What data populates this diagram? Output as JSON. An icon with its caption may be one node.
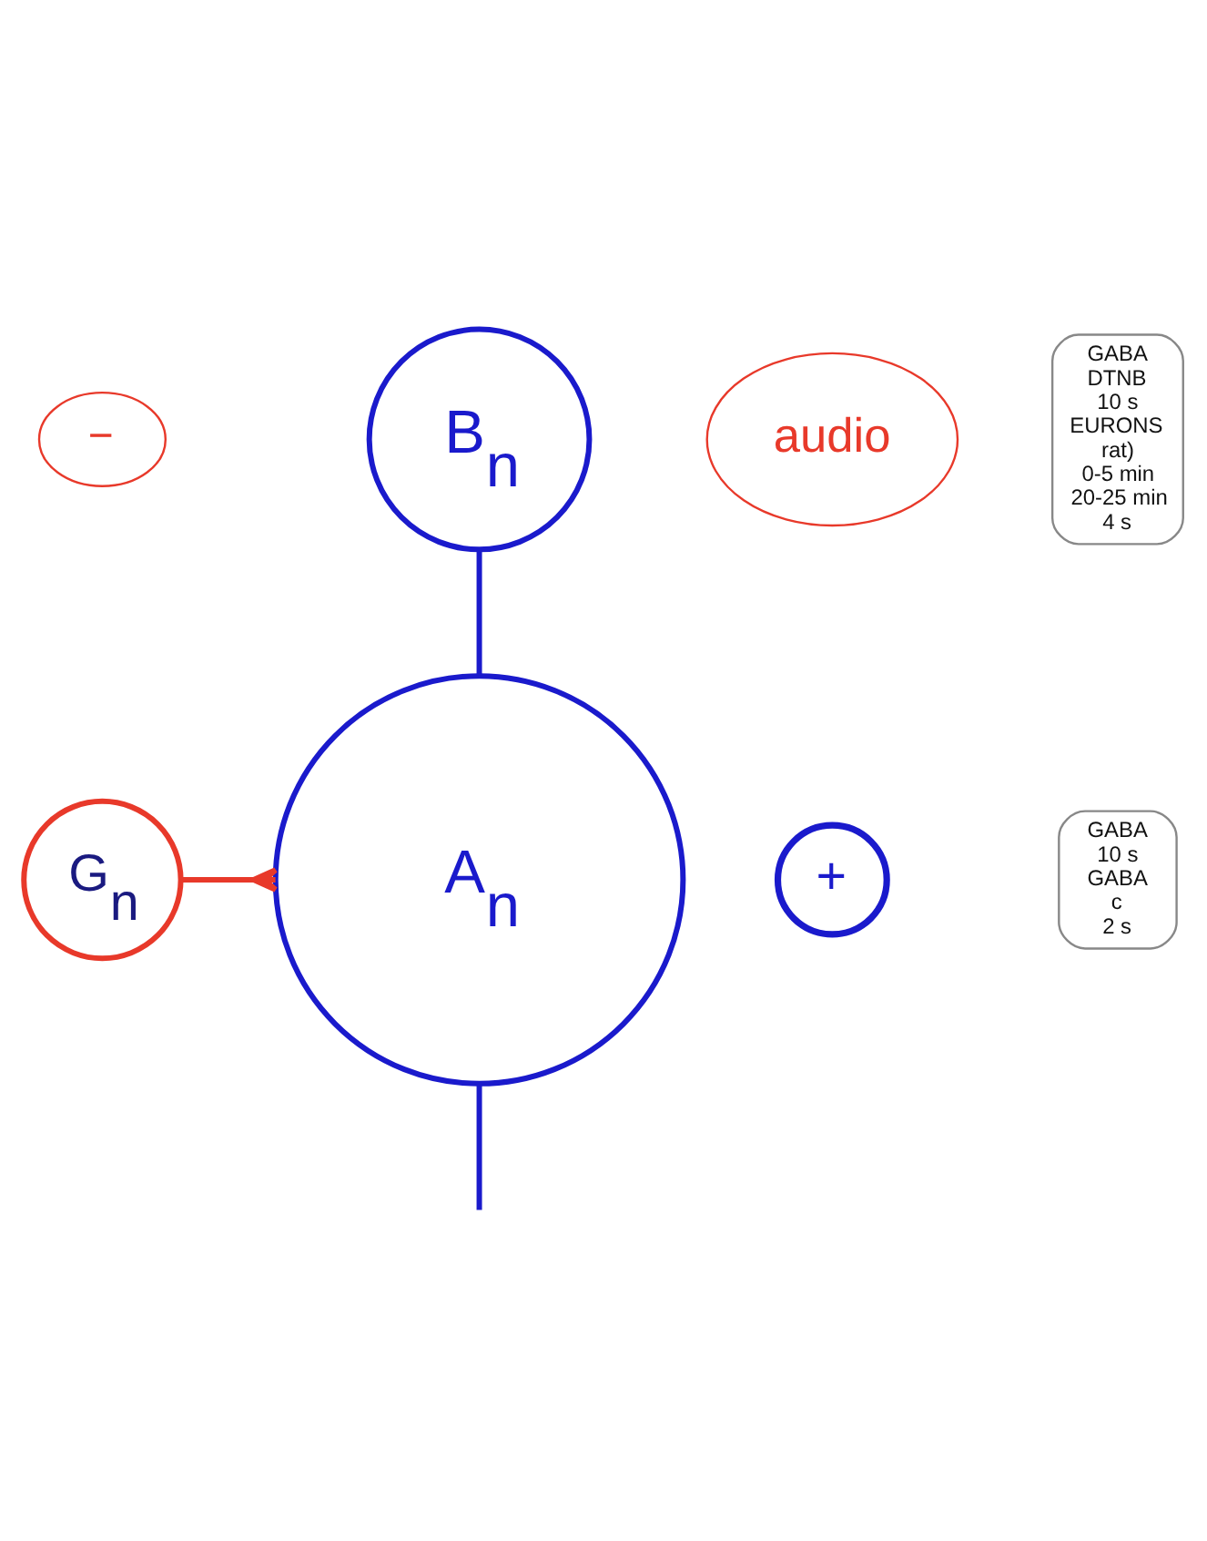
{
  "diagram": {
    "nodes": [
      {
        "text": [
          "B$_{n}$"
        ]
      },
      {
        "text": [
          "A$_{n}$"
        ]
      },
      {
        "text": [
          "+"
        ]
      },
      {
        "text": [
          "G$_{n}$"
        ]
      },
      {
        "text": [
          "−"
        ]
      },
      {
        "text": [
          "audio"
        ]
      },
      {
        "text": [
          "GABA",
          "DTNB",
          "10 s",
          "EURONS",
          "rat)",
          "0-5 min",
          "20-25 min",
          "4 s"
        ]
      },
      {
        "text": [
          "GABA",
          "10 s",
          "GABA",
          "c",
          "2 s"
        ]
      }
    ],
    "edges": [
      {
        "from": 0,
        "to": 1,
        "arrow": "none"
      },
      {
        "from": 1,
        "to": null,
        "arrow": "none"
      },
      {
        "from": 3,
        "to": 1,
        "arrow": "other",
        "color": "#e8392a"
      }
    ]
  }
}
